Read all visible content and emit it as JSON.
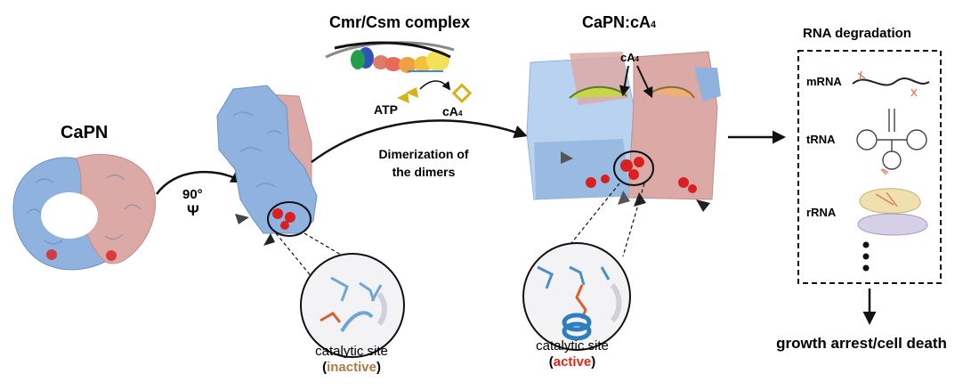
{
  "labels": {
    "capn": "CaPN",
    "rotation_angle": "90°",
    "rotation_axis": "Ψ",
    "complex": "Cmr/Csm complex",
    "atp": "ATP",
    "ca4": "cA",
    "ca4_sub": "4",
    "dimerization_line1": "Dimerization of",
    "dimerization_line2": "the dimers",
    "capn_ca4": "CaPN:cA",
    "capn_ca4_sub": "4",
    "ca4_callout": "cA",
    "ca4_callout_sub": "4",
    "catalytic_site_left": "catalytic site",
    "state_inactive": "inactive",
    "catalytic_site_right": "catalytic site",
    "state_active": "active",
    "rna_degradation": "RNA degradation",
    "mrna": "mRNA",
    "trna": "tRNA",
    "rrna": "rRNA",
    "outcome": "growth arrest/cell death"
  },
  "colors": {
    "subunit_blue": "#8fb3de",
    "subunit_pink": "#dcaaa6",
    "catalytic_red": "#d92020",
    "inactive_text": "#b07a45",
    "active_text": "#e0281a",
    "ligand_green": "#c5d64a",
    "ligand_orange": "#f0b070"
  }
}
